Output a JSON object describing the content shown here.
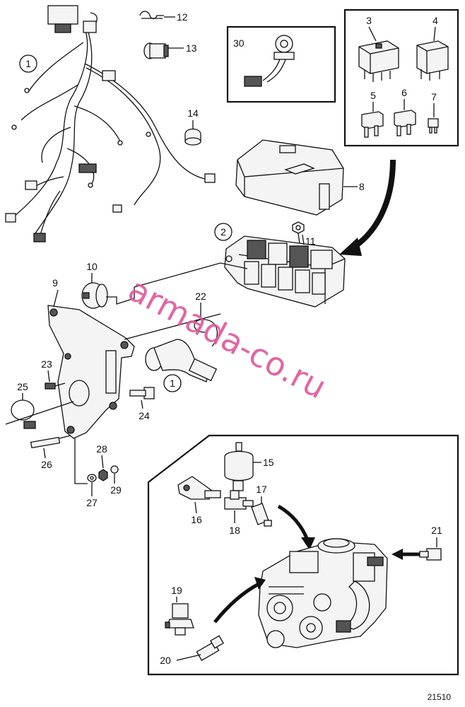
{
  "diagram": {
    "callouts": {
      "c1a": "1",
      "c1b": "1",
      "c2": "2",
      "c3": "3",
      "c4": "4",
      "c5": "5",
      "c6": "6",
      "c7": "7",
      "c8": "8",
      "c9": "9",
      "c10": "10",
      "c11": "11",
      "c12": "12",
      "c13": "13",
      "c14": "14",
      "c15": "15",
      "c16": "16",
      "c17": "17",
      "c18": "18",
      "c19": "19",
      "c20": "20",
      "c21": "21",
      "c22": "22",
      "c23": "23",
      "c24": "24",
      "c25": "25",
      "c26": "26",
      "c27": "27",
      "c28": "28",
      "c29": "29",
      "c30": "30"
    },
    "watermark": "armada-co.ru",
    "figure_number": "21510"
  }
}
